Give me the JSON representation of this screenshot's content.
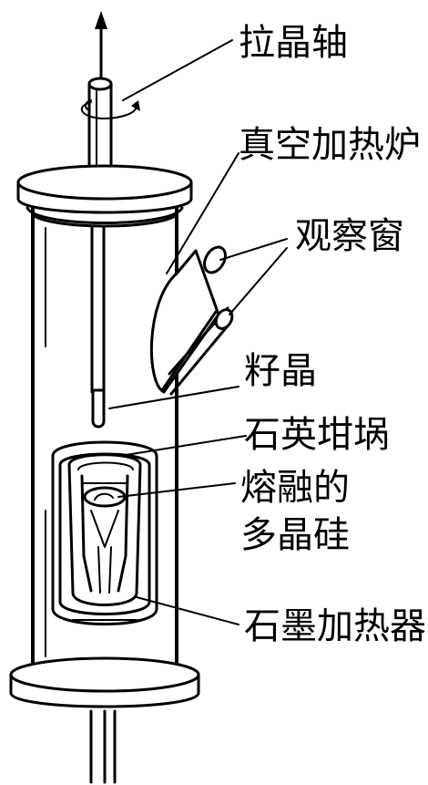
{
  "labels": {
    "pull_shaft": "拉晶轴",
    "vacuum_furnace": "真空加热炉",
    "observation_window": "观察窗",
    "seed_crystal": "籽晶",
    "quartz_crucible": "石英坩埚",
    "molten_polysilicon_line1": "熔融的",
    "molten_polysilicon_line2": "多晶硅",
    "graphite_heater": "石墨加热器"
  },
  "colors": {
    "ink": "#000000",
    "background": "#ffffff"
  }
}
